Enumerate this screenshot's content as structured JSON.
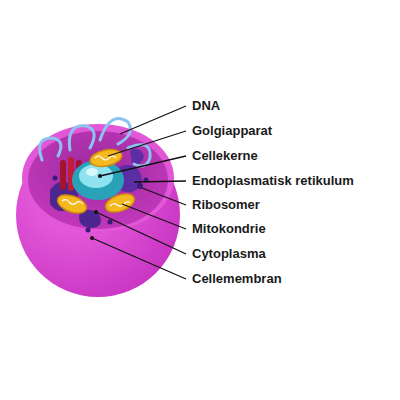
{
  "diagram": {
    "labels": [
      "DNA",
      "Golgiapparat",
      "Cellekerne",
      "Endoplasmatisk retikulum",
      "Ribosomer",
      "Mitokondrie",
      "Cytoplasma",
      "Cellemembran"
    ]
  }
}
